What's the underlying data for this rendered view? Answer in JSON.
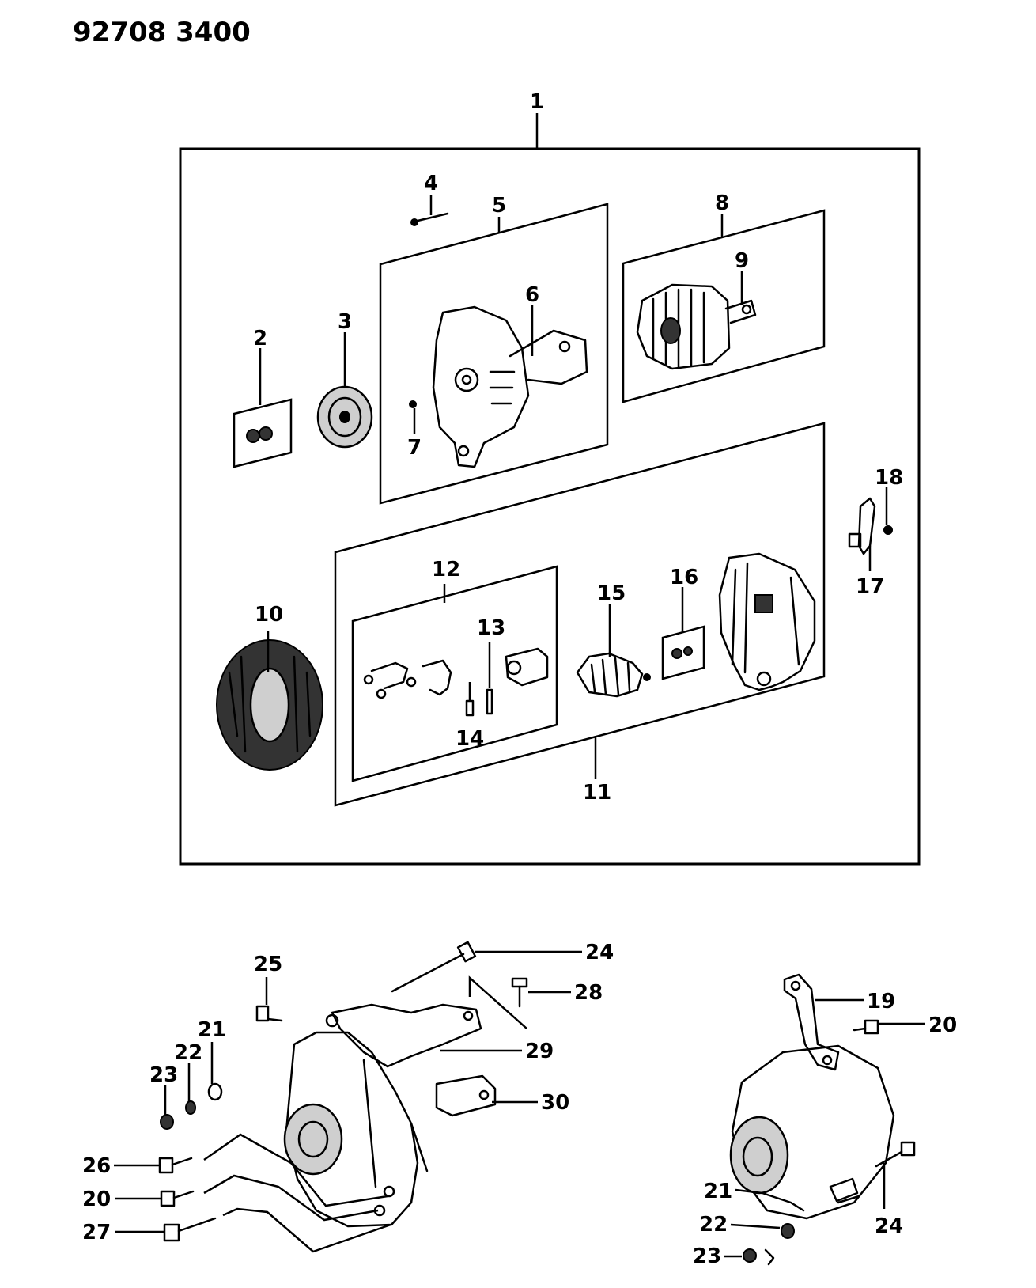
{
  "document": {
    "id": "92708 3400"
  },
  "callouts": {
    "c1": "1",
    "c2": "2",
    "c3": "3",
    "c4": "4",
    "c5": "5",
    "c6": "6",
    "c7": "7",
    "c8": "8",
    "c9": "9",
    "c10": "10",
    "c11": "11",
    "c12": "12",
    "c13": "13",
    "c14": "14",
    "c15": "15",
    "c16": "16",
    "c17": "17",
    "c18": "18",
    "c19": "19",
    "c20a": "20",
    "c20b": "20",
    "c21a": "21",
    "c21b": "21",
    "c22a": "22",
    "c22b": "22",
    "c23a": "23",
    "c23b": "23",
    "c24a": "24",
    "c24b": "24",
    "c25": "25",
    "c26": "26",
    "c27": "27",
    "c28": "28",
    "c29": "29",
    "c30": "30"
  }
}
